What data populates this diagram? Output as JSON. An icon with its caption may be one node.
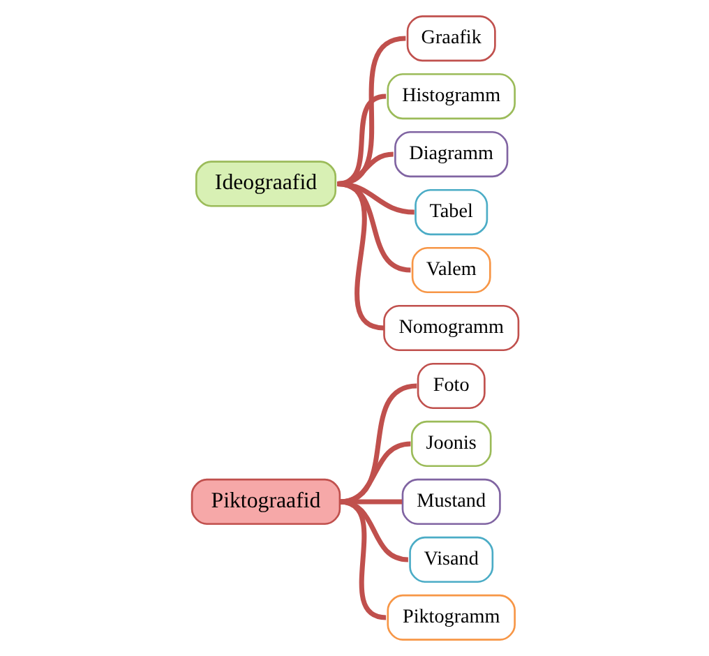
{
  "diagram": {
    "nodes": [
      {
        "text": [
          "Piktograafid"
        ]
      },
      {
        "text": [
          "Foto"
        ]
      },
      {
        "text": [
          "Joonis"
        ]
      },
      {
        "text": [
          "Mustand"
        ]
      },
      {
        "text": [
          "Visand"
        ]
      },
      {
        "text": [
          "Piktogramm"
        ]
      },
      {
        "text": [
          "Ideograafid"
        ]
      },
      {
        "text": [
          "Graafik"
        ]
      },
      {
        "text": [
          "Histogramm"
        ]
      },
      {
        "text": [
          "Diagramm"
        ]
      },
      {
        "text": [
          "Tabel"
        ]
      },
      {
        "text": [
          "Valem"
        ]
      },
      {
        "text": [
          "Nomogramm"
        ]
      }
    ],
    "edges": [
      {
        "from": 0,
        "to": 1,
        "arrow": "none"
      },
      {
        "from": 0,
        "to": 2,
        "arrow": "none"
      },
      {
        "from": 0,
        "to": 3,
        "arrow": "none"
      },
      {
        "from": 0,
        "to": 4,
        "arrow": "none"
      },
      {
        "from": 0,
        "to": 5,
        "arrow": "none"
      },
      {
        "from": 6,
        "to": 7,
        "arrow": "none"
      },
      {
        "from": 6,
        "to": 8,
        "arrow": "none"
      },
      {
        "from": 6,
        "to": 9,
        "arrow": "none"
      },
      {
        "from": 6,
        "to": 10,
        "arrow": "none"
      },
      {
        "from": 6,
        "to": 11,
        "arrow": "none"
      },
      {
        "from": 6,
        "to": 12,
        "arrow": "none"
      }
    ]
  }
}
